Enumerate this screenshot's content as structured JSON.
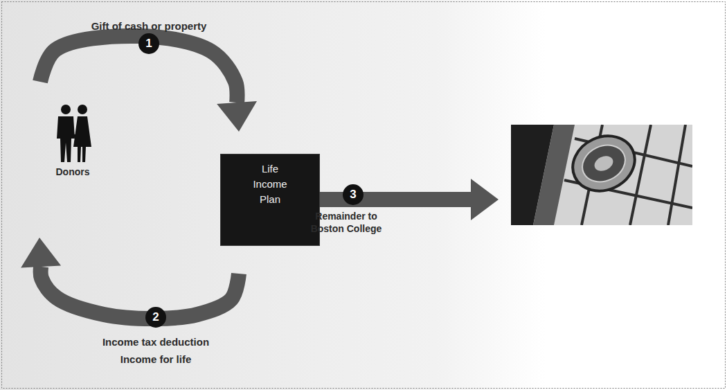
{
  "diagram": {
    "nodes": [
      {
        "text": [
          "Donors"
        ]
      },
      {
        "text": [
          "Life Income Plan"
        ]
      }
    ],
    "edges": [
      {
        "from": 0,
        "to": 1,
        "arrow": "to",
        "label": "Gift of cash or property"
      },
      {
        "from": 1,
        "to": 0,
        "arrow": "to",
        "label": "Income tax deduction Income for life"
      }
    ],
    "labels": [
      "1",
      "2",
      "3",
      "Remainder to Boston College"
    ]
  }
}
